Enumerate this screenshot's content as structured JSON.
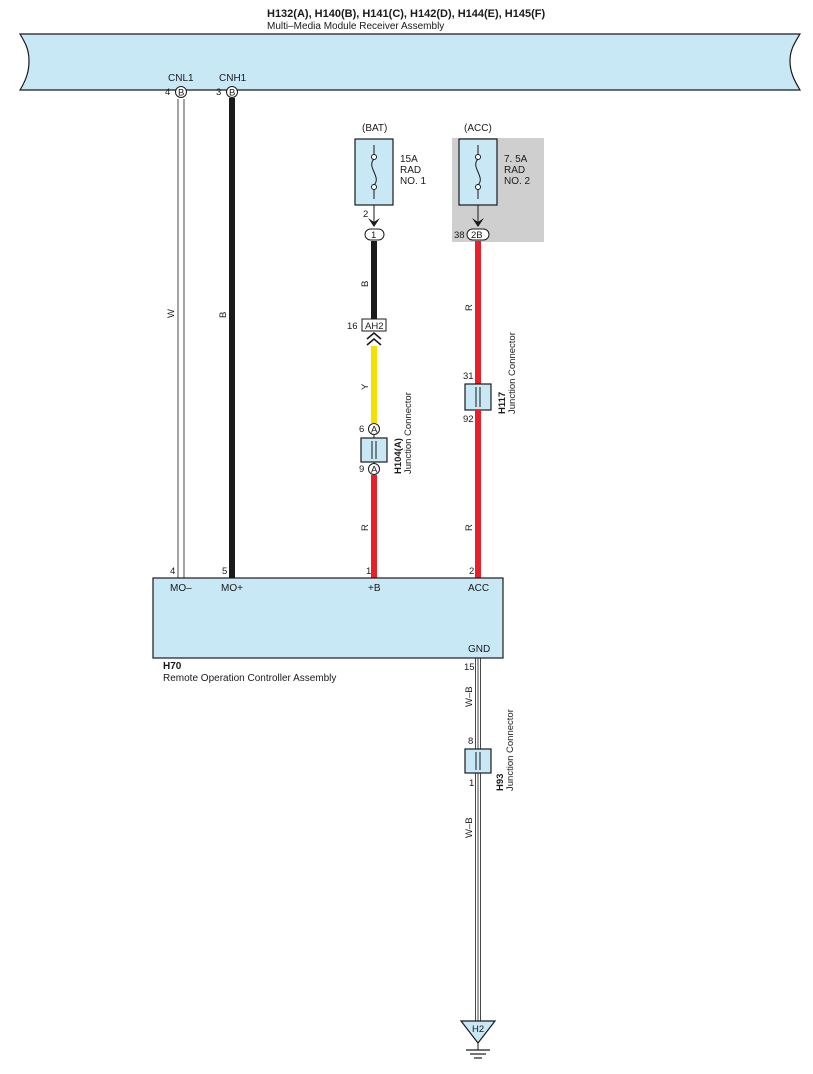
{
  "top_assembly": {
    "codes": "H132(A), H140(B), H141(C), H142(D), H144(E), H145(F)",
    "name": "Multi–Media Module Receiver Assembly"
  },
  "top_connectors": {
    "cnl1": {
      "name": "CNL1",
      "pin": "4",
      "letter": "B"
    },
    "cnh1": {
      "name": "CNH1",
      "pin": "3",
      "letter": "B"
    }
  },
  "fuses": {
    "bat": {
      "supply": "(BAT)",
      "line1": "15A",
      "line2": "RAD",
      "line3": "NO. 1",
      "pin": "2",
      "terminal": "1"
    },
    "acc": {
      "supply": "(ACC)",
      "line1": "7. 5A",
      "line2": "RAD",
      "line3": "NO. 2",
      "pin": "38",
      "terminal": "2B"
    }
  },
  "wires": {
    "w_color": "W",
    "b_main_color": "B",
    "b_bat_color": "B",
    "y_color": "Y",
    "r_bat_color": "R",
    "r_acc_top_color": "R",
    "r_acc_bottom_color": "R",
    "wb_top_color": "W–B",
    "wb_bottom_color": "W–B"
  },
  "inline_connector": {
    "pin": "16",
    "name": "AH2"
  },
  "junction_h104": {
    "code": "H104(A)",
    "name": "Junction Connector",
    "pin_top": "6",
    "pin_bottom": "9",
    "letter": "A"
  },
  "junction_h117": {
    "code": "H117",
    "name": "Junction Connector",
    "pin_top": "31",
    "pin_bottom": "92"
  },
  "junction_h93": {
    "code": "H93",
    "name": "Junction Connector",
    "pin_top": "8",
    "pin_bottom": "1"
  },
  "controller": {
    "code": "H70",
    "name": "Remote Operation Controller Assembly",
    "pins": {
      "mo_minus": {
        "pin": "4",
        "label": "MO–"
      },
      "mo_plus": {
        "pin": "5",
        "label": "MO+"
      },
      "plus_b": {
        "pin": "1",
        "label": "+B"
      },
      "acc": {
        "pin": "2",
        "label": "ACC"
      },
      "gnd": {
        "pin": "15",
        "label": "GND"
      }
    }
  },
  "ground": {
    "label": "H2"
  },
  "colors": {
    "component_fill": "#c8e8f6",
    "wire_black": "#1a1a1a",
    "wire_red": "#e8202a",
    "wire_yellow": "#f6e000",
    "acc_shade": "#cfcfcf"
  }
}
